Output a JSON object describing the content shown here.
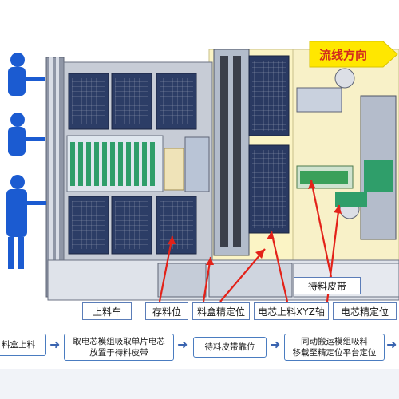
{
  "flow_direction": "流线方向",
  "station_labels": [
    "上料车",
    "存料位",
    "料盒精定位",
    "电芯上料XYZ轴",
    "电芯精定位",
    "待料皮带"
  ],
  "process_steps": [
    "料盒上料",
    "取电芯模组吸取单片电芯\n放置于待料皮带",
    "待料皮带靠位",
    "同动搬运模组吸料\n移载至精定位平台定位"
  ],
  "colors": {
    "label_border": "#5b7db8",
    "arrow_red": "#e32219",
    "flow_text": "#d22a1e",
    "flow_bg": "#ffe700",
    "machine_yellow": "#fbf4c5",
    "worker_blue": "#1b5bd1"
  }
}
